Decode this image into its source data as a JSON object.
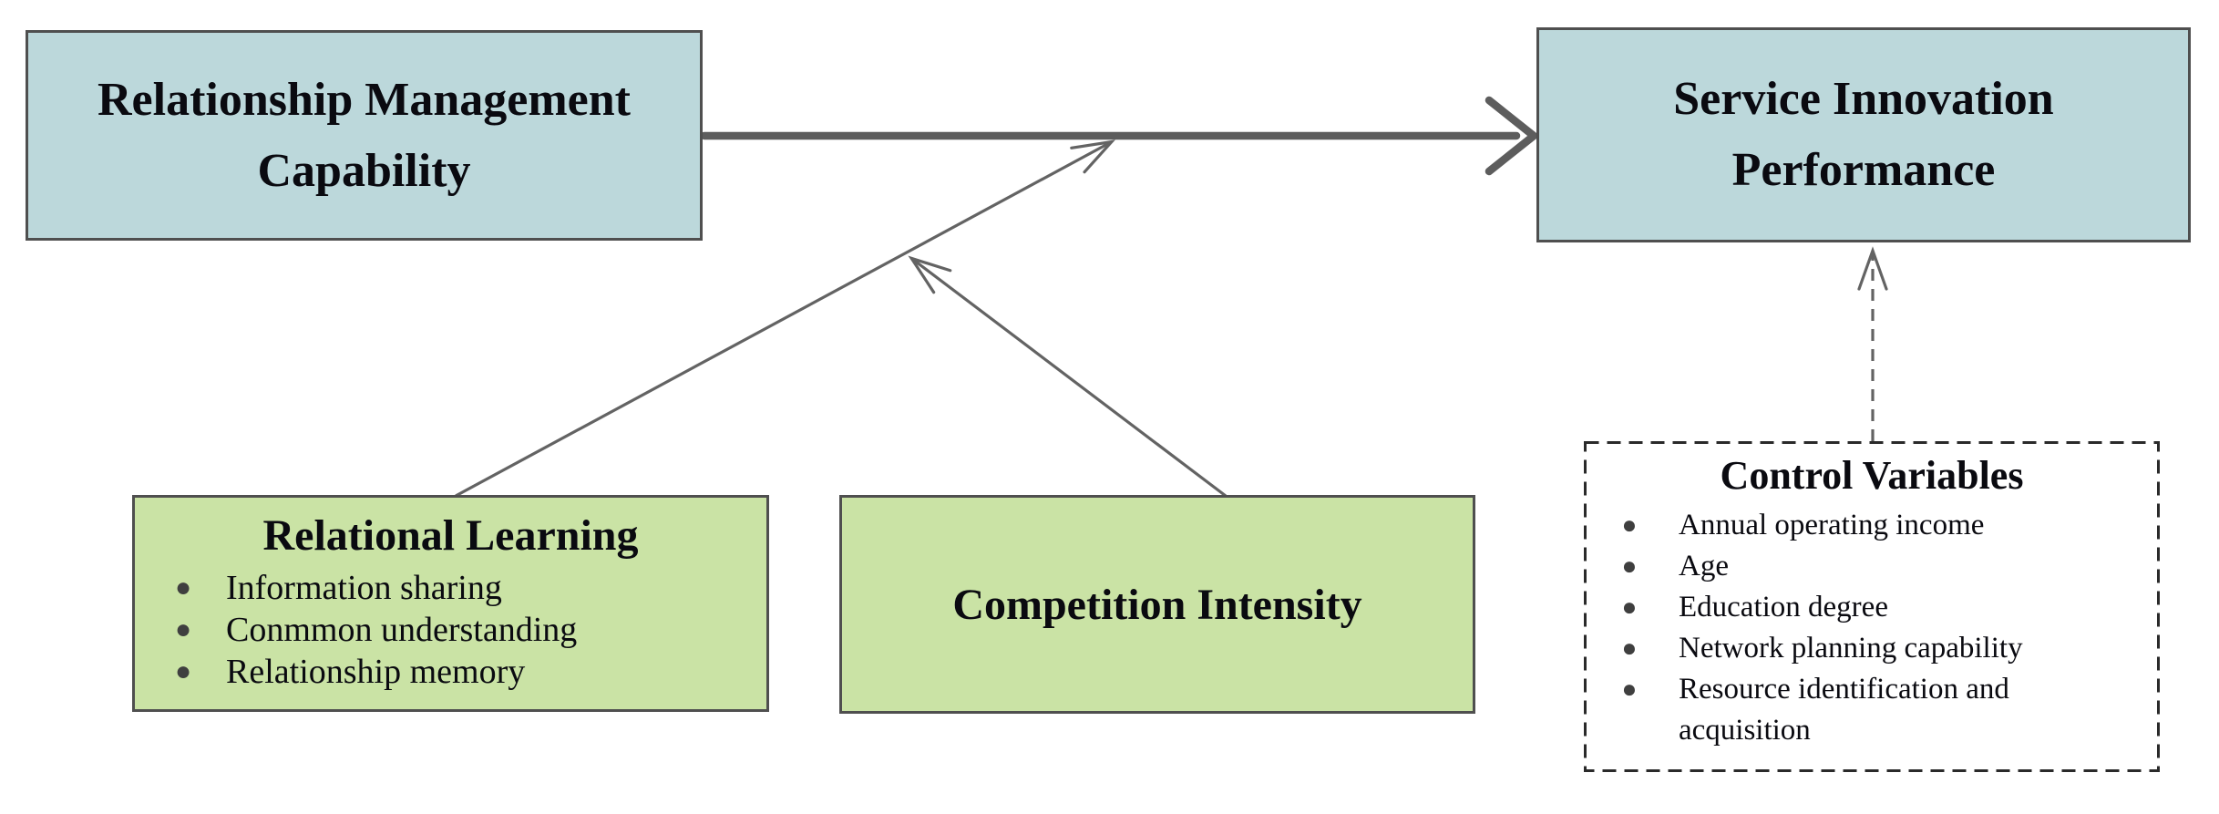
{
  "boxes": {
    "rmc": {
      "line1": "Relationship Management",
      "line2": "Capability"
    },
    "sip": {
      "line1": "Service Innovation",
      "line2": "Performance"
    },
    "relational_learning": {
      "title": "Relational Learning",
      "items": [
        "Information sharing",
        "Conmmon understanding",
        "Relationship memory"
      ]
    },
    "competition_intensity": {
      "title": "Competition Intensity"
    },
    "control_variables": {
      "title": "Control Variables",
      "items": [
        "Annual operating income",
        "Age",
        "Education degree",
        "Network planning capability",
        "Resource identification and acquisition"
      ]
    }
  },
  "bullet_glyph": "●",
  "arrows": {
    "main": {
      "from": "relationship-management-capability",
      "to": "service-innovation-performance",
      "style": "solid-thick"
    },
    "relational_learning_moderation": {
      "from": "relational-learning",
      "to": "main-arrow",
      "style": "solid-thin"
    },
    "competition_intensity_moderation": {
      "from": "competition-intensity",
      "to": "main-arrow",
      "style": "solid-thin"
    },
    "control_variables_effect": {
      "from": "control-variables",
      "to": "service-innovation-performance",
      "style": "dashed-thin"
    }
  },
  "colors": {
    "box_blue_fill": "#bcd8db",
    "box_green_fill": "#cae3a5",
    "box_border": "#4f4f4f",
    "arrow_gray": "#5d5d5d",
    "dashed_border": "#2a2a2a",
    "text_color": "#0a0a10",
    "bullet_color": "#3f3f3f"
  }
}
